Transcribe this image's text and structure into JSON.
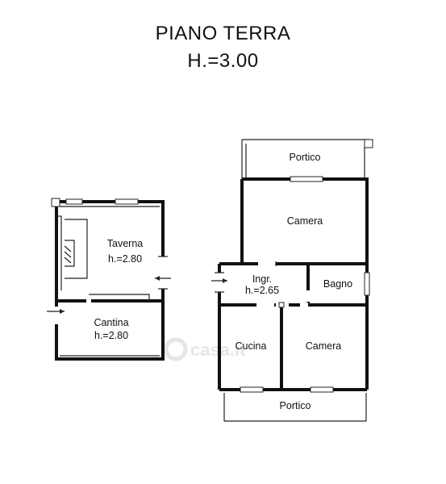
{
  "header": {
    "title": "PIANO TERRA",
    "height": "H.=3.00"
  },
  "rooms": {
    "portico_top": "Portico",
    "camera_top": "Camera",
    "taverna": "Taverna",
    "taverna_h": "h.=2.80",
    "cantina": "Cantina",
    "cantina_h": "h.=2.80",
    "ingresso": "Ingr.",
    "ingresso_h": "h.=2.65",
    "bagno": "Bagno",
    "cucina": "Cucina",
    "camera_bottom": "Camera",
    "portico_bottom": "Portico"
  },
  "watermark": "casa.it"
}
